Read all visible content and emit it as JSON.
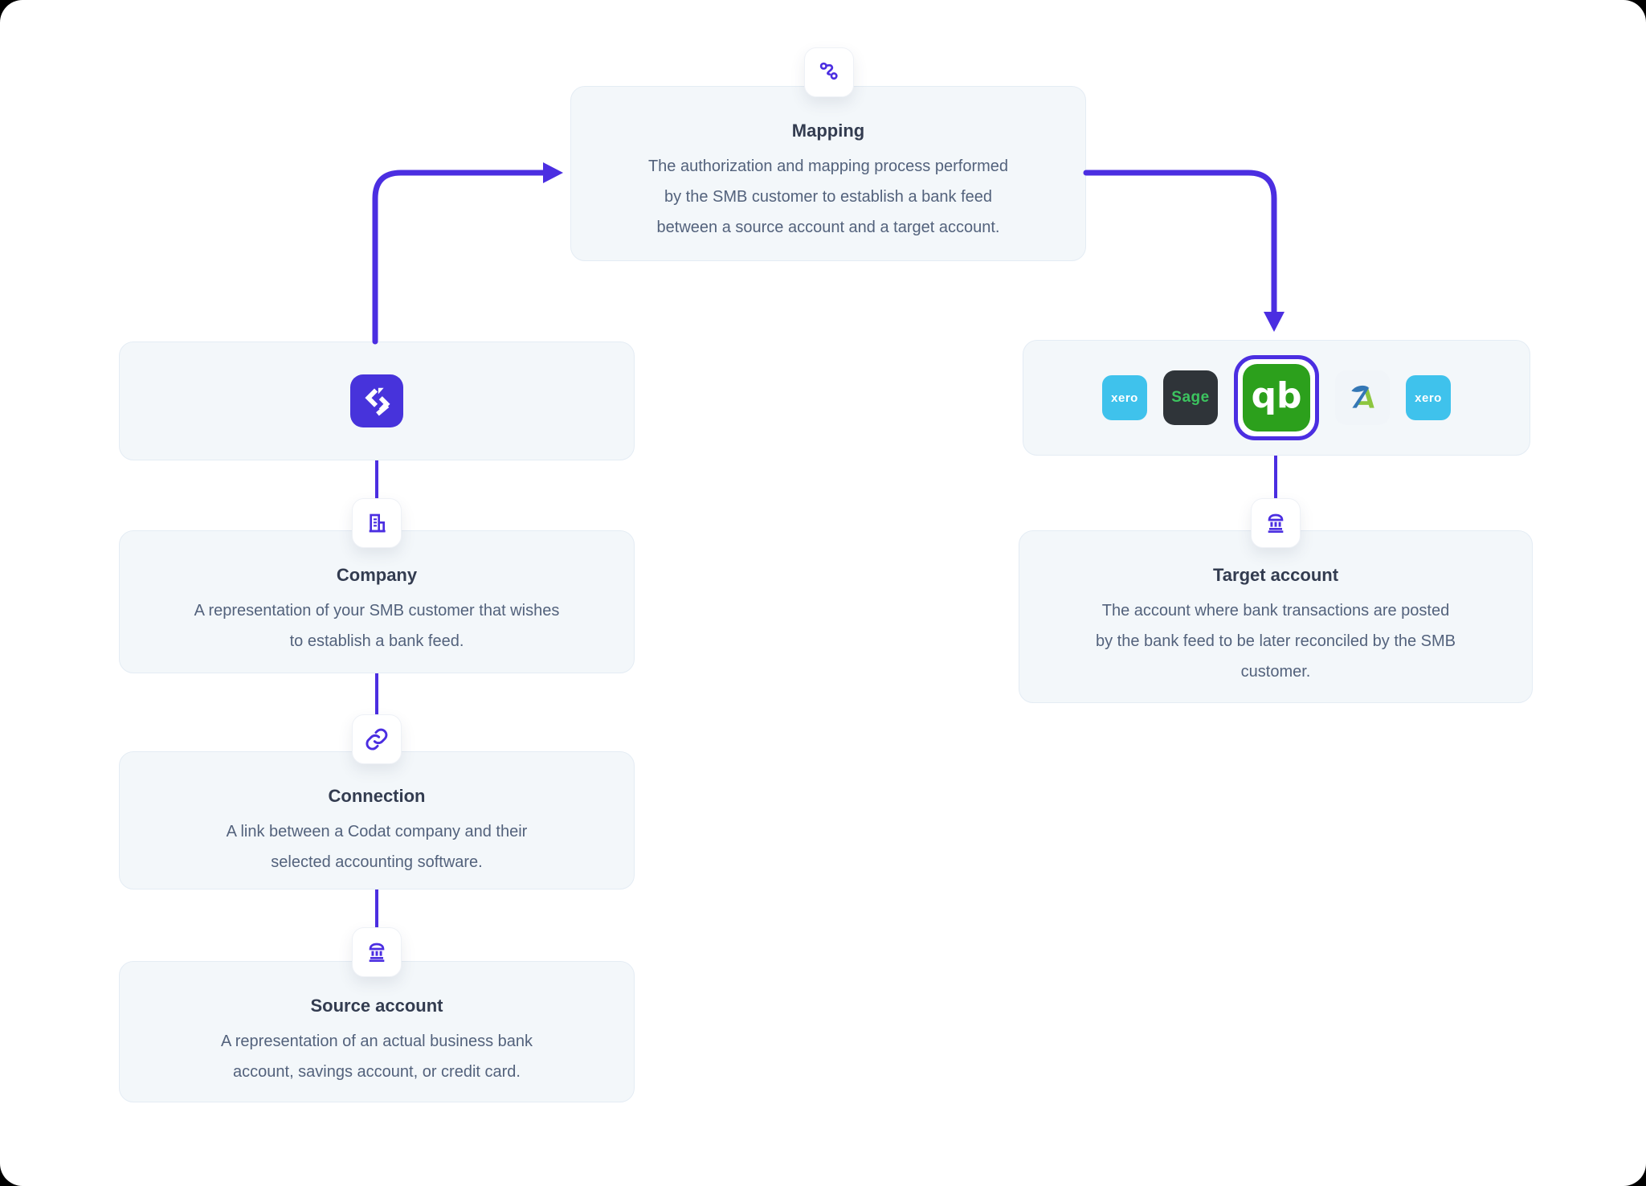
{
  "accent_color": "#4B2EE1",
  "nodes": {
    "mapping": {
      "title": "Mapping",
      "description": [
        "The authorization and mapping process performed",
        "by the SMB customer to establish a bank feed",
        "between a source account and a target account."
      ],
      "icon": "route-mapping-icon"
    },
    "company": {
      "title": "Company",
      "description": [
        "A representation of your SMB customer that wishes",
        "to establish a bank feed."
      ],
      "icon": "building-icon"
    },
    "connection": {
      "title": "Connection",
      "description": [
        "A link between a Codat company and their",
        "selected accounting software."
      ],
      "icon": "link-icon"
    },
    "source_account": {
      "title": "Source account",
      "description": [
        "A representation of an actual business bank",
        "account, savings account, or credit card."
      ],
      "icon": "bank-icon"
    },
    "target_account": {
      "title": "Target account",
      "description": [
        "The account where bank transactions are posted",
        "by the bank feed to be later reconciled by the SMB",
        "customer."
      ],
      "icon": "bank-icon"
    }
  },
  "codat_logo": {
    "name": "Codat",
    "color": "#4733DB"
  },
  "integrations": [
    {
      "name": "Xero",
      "label": "xero",
      "bg": "#3FC2EC",
      "fg": "#FFFFFF",
      "selected": false,
      "kind": "text"
    },
    {
      "name": "Sage",
      "label": "Sage",
      "bg": "#2F3439",
      "fg": "#3CC45F",
      "selected": false,
      "kind": "text"
    },
    {
      "name": "QuickBooks",
      "label": "qb",
      "bg": "#2CA01C",
      "fg": "#FFFFFF",
      "selected": true,
      "kind": "qb"
    },
    {
      "name": "FreeAgent",
      "label": "",
      "bg": "#F1F5F9",
      "fg": "#3477B5",
      "selected": false,
      "kind": "freeagent"
    },
    {
      "name": "Xero",
      "label": "xero",
      "bg": "#3FC2EC",
      "fg": "#FFFFFF",
      "selected": false,
      "kind": "text"
    }
  ]
}
